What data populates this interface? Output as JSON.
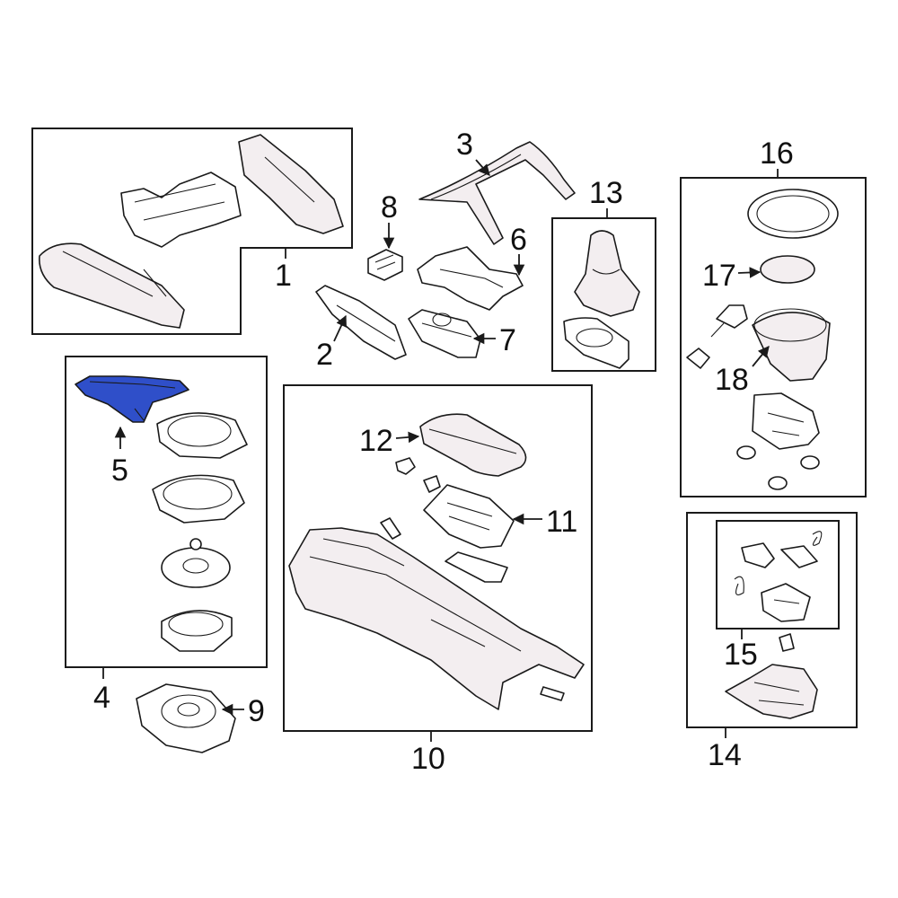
{
  "diagram": {
    "highlight_color": "#2f4fc9",
    "line_color": "#1a1a1a",
    "parts": [
      {
        "number": "1",
        "highlighted": false
      },
      {
        "number": "2",
        "highlighted": false
      },
      {
        "number": "3",
        "highlighted": false
      },
      {
        "number": "4",
        "highlighted": false
      },
      {
        "number": "5",
        "highlighted": true
      },
      {
        "number": "6",
        "highlighted": false
      },
      {
        "number": "7",
        "highlighted": false
      },
      {
        "number": "8",
        "highlighted": false
      },
      {
        "number": "9",
        "highlighted": false
      },
      {
        "number": "10",
        "highlighted": false
      },
      {
        "number": "11",
        "highlighted": false
      },
      {
        "number": "12",
        "highlighted": false
      },
      {
        "number": "13",
        "highlighted": false
      },
      {
        "number": "14",
        "highlighted": false
      },
      {
        "number": "15",
        "highlighted": false
      },
      {
        "number": "16",
        "highlighted": false
      },
      {
        "number": "17",
        "highlighted": false
      },
      {
        "number": "18",
        "highlighted": false
      }
    ]
  }
}
